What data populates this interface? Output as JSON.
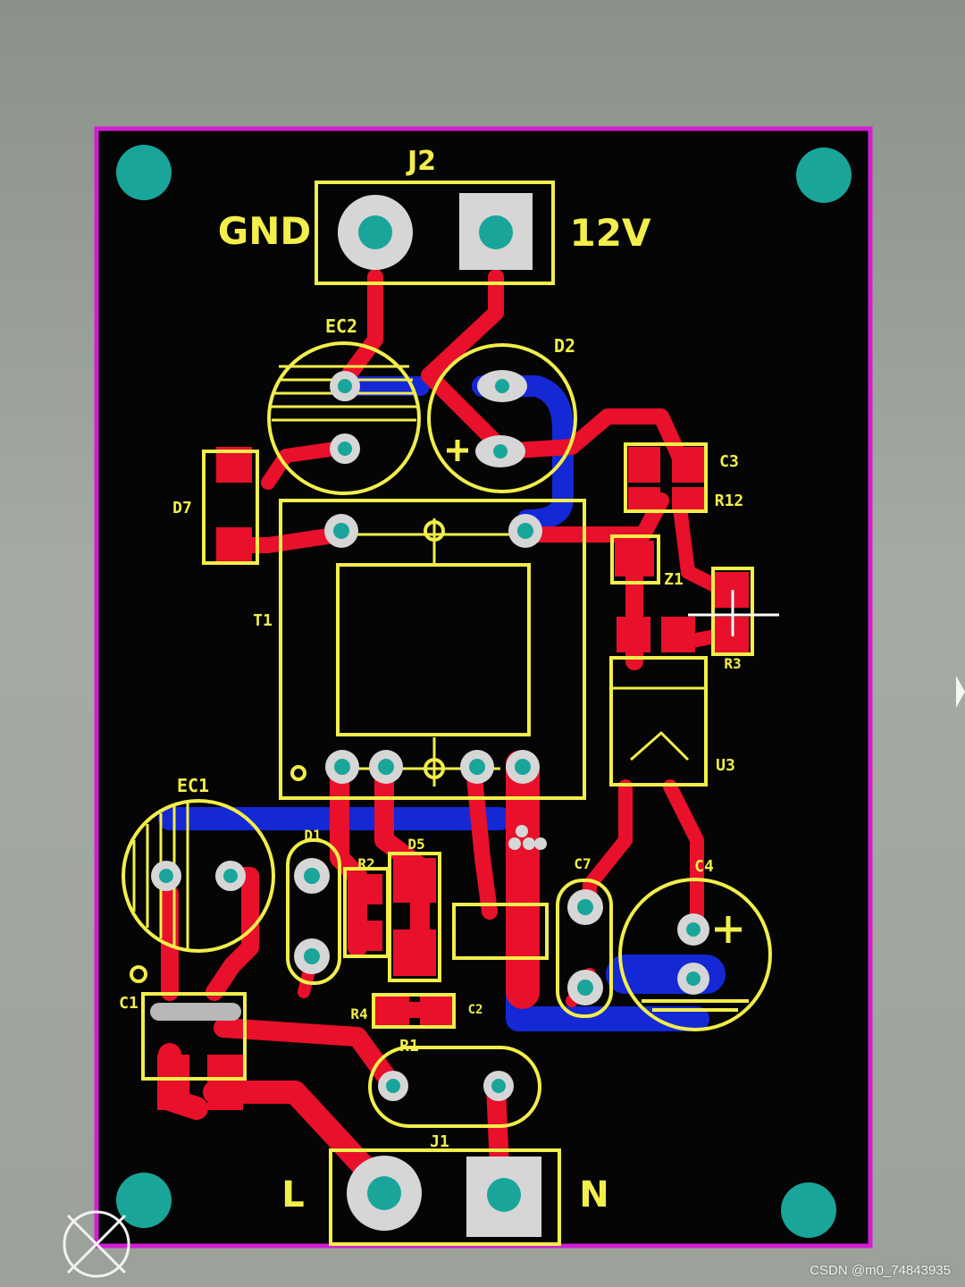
{
  "board": {
    "connectors": {
      "output": {
        "designator": "J2",
        "left_pin_label": "GND",
        "right_pin_label": "12V"
      },
      "input": {
        "designator": "J1",
        "left_pin_label": "L",
        "right_pin_label": "N"
      }
    },
    "designators": {
      "ec2": "EC2",
      "d2": "D2",
      "d7": "D7",
      "c3": "C3",
      "r12": "R12",
      "z1": "Z1",
      "t1": "T1",
      "r3": "R3",
      "u3": "U3",
      "ec1": "EC1",
      "d1": "D1",
      "r2": "R2",
      "d5": "D5",
      "c7": "C7",
      "c4": "C4",
      "c1": "C1",
      "r4": "R4",
      "r1": "R1",
      "c2": "C2"
    },
    "colors": {
      "board": "#050505",
      "outline": "#d21fd4",
      "silkscreen": "#f2ee4a",
      "top_copper": "#e8102a",
      "bottom_copper": "#1428d6",
      "pad_ring": "#d6d6d6",
      "drill": "#1aa59a",
      "mount_hole": "#1aa59a"
    },
    "icons": [
      "mounting-hole-icon",
      "origin-marker-icon",
      "cursor-arrow-icon"
    ]
  },
  "watermark": "CSDN @m0_74843935"
}
